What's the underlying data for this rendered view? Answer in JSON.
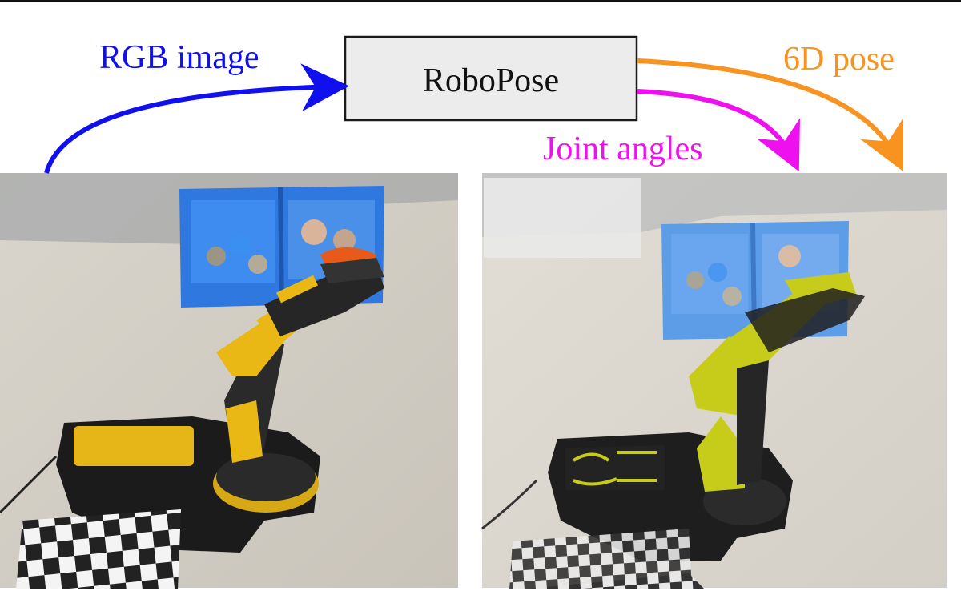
{
  "diagram": {
    "center_box_label": "RoboPose",
    "input_label": "RGB image",
    "output_labels": {
      "joint_angles": "Joint angles",
      "pose": "6D pose"
    }
  },
  "colors": {
    "rgb_arrow": "#1010ee",
    "joint_arrow": "#ee10ee",
    "pose_arrow": "#f7931e",
    "box_fill": "#ececec",
    "robot_yellow": "#e9b814",
    "render_yellow": "#c7cc1a",
    "bin_blue": "#2f78e0"
  },
  "panels": {
    "left": "input photo of robot arm",
    "right": "photo with rendered robot overlay"
  }
}
